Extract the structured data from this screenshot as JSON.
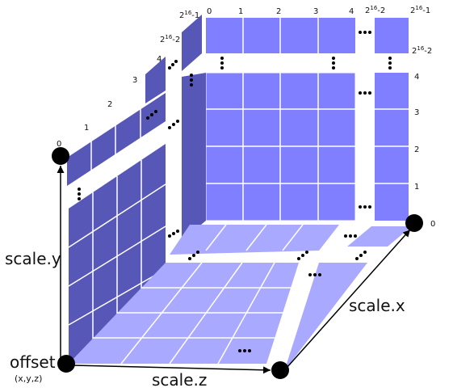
{
  "axes": {
    "y_label": "scale.y",
    "x_label": "scale.x",
    "z_label": "scale.z",
    "origin_label": "offset",
    "origin_sub": "(x,y,z)"
  },
  "top_ticks": [
    "0",
    "1",
    "2",
    "3",
    "4",
    "2",
    "2"
  ],
  "top_ticks_sup": [
    "",
    "",
    "",
    "",
    "",
    "16",
    "16"
  ],
  "top_ticks_suffix": [
    "",
    "",
    "",
    "",
    "",
    "-2",
    "-1"
  ],
  "right_ticks": [
    "0",
    "1",
    "2",
    "3",
    "4",
    "2"
  ],
  "left_ticks": [
    "0",
    "1",
    "2",
    "3",
    "4",
    "2",
    "2"
  ],
  "superscript": "16",
  "suffix_minus1": "-1",
  "suffix_minus2": "-2",
  "colors": {
    "back_face": "#7f7fff",
    "side_face": "#5757b8",
    "floor": "#a9a9ff",
    "grid_line": "#ffffff",
    "dot": "#000000"
  }
}
